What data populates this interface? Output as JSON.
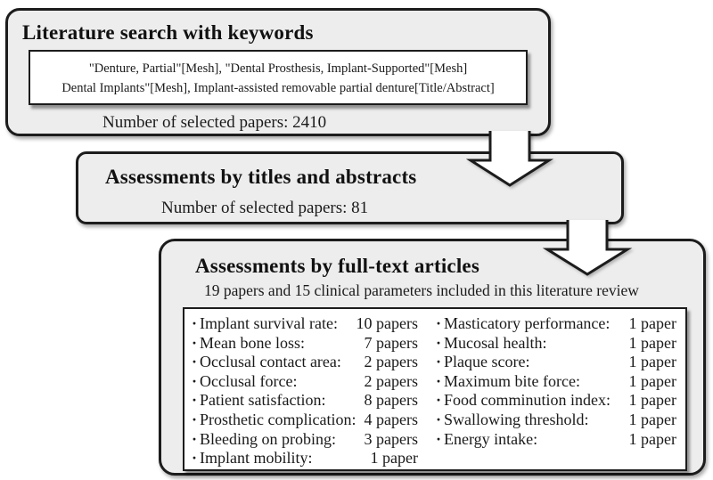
{
  "colors": {
    "box_fill": "#ededed",
    "box_border": "#1c1c1c",
    "inner_fill": "#ffffff",
    "arrow_fill": "#ffffff",
    "text": "#1a1a1a"
  },
  "flow": {
    "step1": {
      "title": "Literature search with keywords",
      "keywords": {
        "line1": "\"Denture, Partial\"[Mesh], \"Dental Prosthesis, Implant-Supported\"[Mesh]",
        "line2": "Dental Implants\"[Mesh], Implant-assisted removable partial denture[Title/Abstract]"
      },
      "count": "Number of selected papers: 2410"
    },
    "step2": {
      "title": "Assessments by titles and abstracts",
      "count": "Number of selected papers: 81"
    },
    "step3": {
      "title": "Assessments by full-text articles",
      "subtitle": "19 papers and 15 clinical parameters included in this literature review",
      "bullet": "·",
      "left_items": [
        {
          "label": "Implant survival rate:",
          "value": "10 papers"
        },
        {
          "label": "Mean bone loss:",
          "value": "7 papers"
        },
        {
          "label": "Occlusal contact area:",
          "value": "2 papers"
        },
        {
          "label": "Occlusal force:",
          "value": "2 papers"
        },
        {
          "label": "Patient satisfaction:",
          "value": "8 papers"
        },
        {
          "label": "Prosthetic complication:",
          "value": "4 papers"
        },
        {
          "label": "Bleeding on probing:",
          "value": "3 papers"
        },
        {
          "label": "Implant mobility:",
          "value": "1 paper"
        }
      ],
      "right_items": [
        {
          "label": "Masticatory performance:",
          "value": "1 paper"
        },
        {
          "label": "Mucosal health:",
          "value": "1 paper"
        },
        {
          "label": "Plaque score:",
          "value": "1 paper"
        },
        {
          "label": "Maximum bite force:",
          "value": "1 paper"
        },
        {
          "label": "Food comminution index:",
          "value": "1 paper"
        },
        {
          "label": "Swallowing threshold:",
          "value": "1 paper"
        },
        {
          "label": "Energy intake:",
          "value": "1 paper"
        }
      ]
    }
  }
}
